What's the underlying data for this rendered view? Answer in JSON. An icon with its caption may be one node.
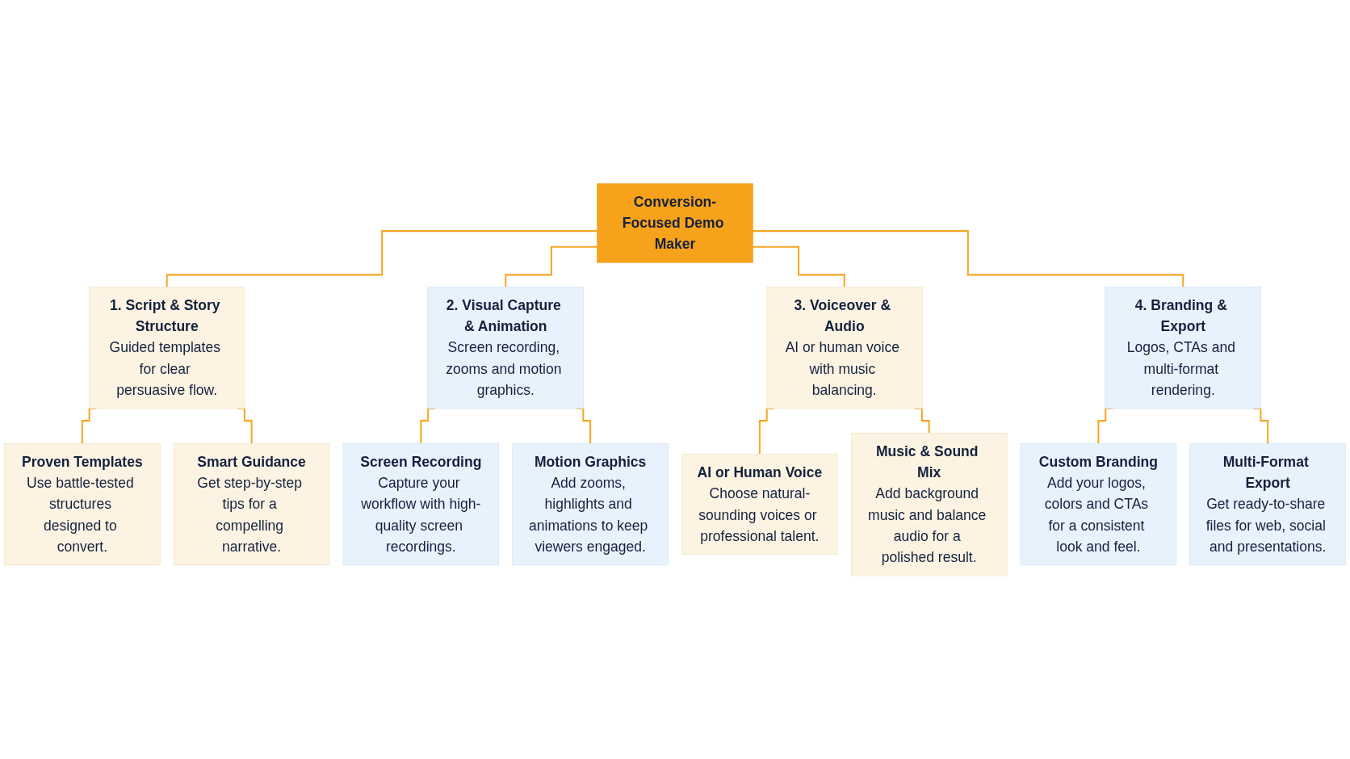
{
  "diagram": {
    "nodes": [
      {
        "text": [
          "Conversion-Focused Demo Maker"
        ]
      },
      {
        "text": [
          "1. Script & Story Structure",
          "Guided templates for clear persuasive flow."
        ]
      },
      {
        "text": [
          "Proven Templates",
          "Use battle-tested structures designed to convert."
        ]
      },
      {
        "text": [
          "Smart Guidance",
          "Get step-by-step tips for a compelling narrative."
        ]
      },
      {
        "text": [
          "2. Visual Capture & Animation",
          "Screen recording, zooms and motion graphics."
        ]
      },
      {
        "text": [
          "Screen Recording",
          "Capture your workflow with high-quality screen recordings."
        ]
      },
      {
        "text": [
          "Motion Graphics",
          "Add zooms, highlights and animations to keep viewers engaged."
        ]
      },
      {
        "text": [
          "3. Voiceover & Audio",
          "AI or human voice with music balancing."
        ]
      },
      {
        "text": [
          "AI or Human Voice",
          "Choose natural-sounding voices or professional talent."
        ]
      },
      {
        "text": [
          "Music & Sound Mix",
          "Add background music and balance audio for a polished result."
        ]
      },
      {
        "text": [
          "4. Branding & Export",
          "Logos, CTAs and multi-format rendering."
        ]
      },
      {
        "text": [
          "Custom Branding",
          "Add your logos, colors and CTAs for a consistent look and feel."
        ]
      },
      {
        "text": [
          "Multi-Format Export",
          "Get ready-to-share files for web, social and presentations."
        ]
      }
    ],
    "edges": [
      {
        "from": 0,
        "to": 1,
        "arrow": "none"
      },
      {
        "from": 0,
        "to": 4,
        "arrow": "none"
      },
      {
        "from": 0,
        "to": 7,
        "arrow": "none"
      },
      {
        "from": 0,
        "to": 10,
        "arrow": "none"
      },
      {
        "from": 1,
        "to": 2,
        "arrow": "none"
      },
      {
        "from": 1,
        "to": 3,
        "arrow": "none"
      },
      {
        "from": 4,
        "to": 5,
        "arrow": "none"
      },
      {
        "from": 4,
        "to": 6,
        "arrow": "none"
      },
      {
        "from": 7,
        "to": 8,
        "arrow": "none"
      },
      {
        "from": 7,
        "to": 9,
        "arrow": "none"
      },
      {
        "from": 10,
        "to": 11,
        "arrow": "none"
      },
      {
        "from": 10,
        "to": 12,
        "arrow": "none"
      }
    ]
  }
}
